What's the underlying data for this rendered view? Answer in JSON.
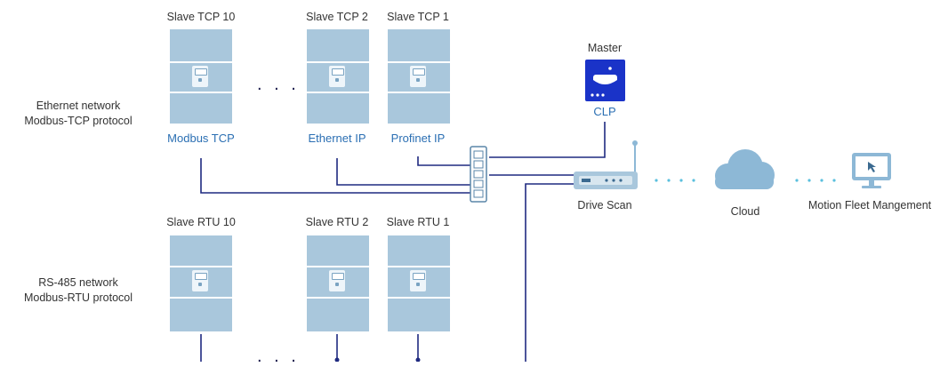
{
  "labels": {
    "ethernet_network": "Ethernet network",
    "ethernet_protocol": "Modbus-TCP protocol",
    "rs485_network": "RS-485 network",
    "rs485_protocol": "Modbus-RTU protocol",
    "master": "Master",
    "clp": "CLP",
    "drive_scan": "Drive Scan",
    "cloud": "Cloud",
    "fleet": "Motion Fleet Mangement",
    "ellipsis": ". . ."
  },
  "tcp_slaves": [
    {
      "name": "Slave TCP 10",
      "protocol": "Modbus TCP"
    },
    {
      "name": "Slave TCP 2",
      "protocol": "Ethernet IP"
    },
    {
      "name": "Slave TCP 1",
      "protocol": "Profinet IP"
    }
  ],
  "rtu_slaves": [
    {
      "name": "Slave RTU 10"
    },
    {
      "name": "Slave RTU 2"
    },
    {
      "name": "Slave RTU 1"
    }
  ],
  "colors": {
    "drive": "#a9c7dc",
    "wire": "#1f2a80",
    "master": "#1a33c8",
    "cloud": "#8db8d6",
    "dotted_link": "#5bc0de"
  }
}
